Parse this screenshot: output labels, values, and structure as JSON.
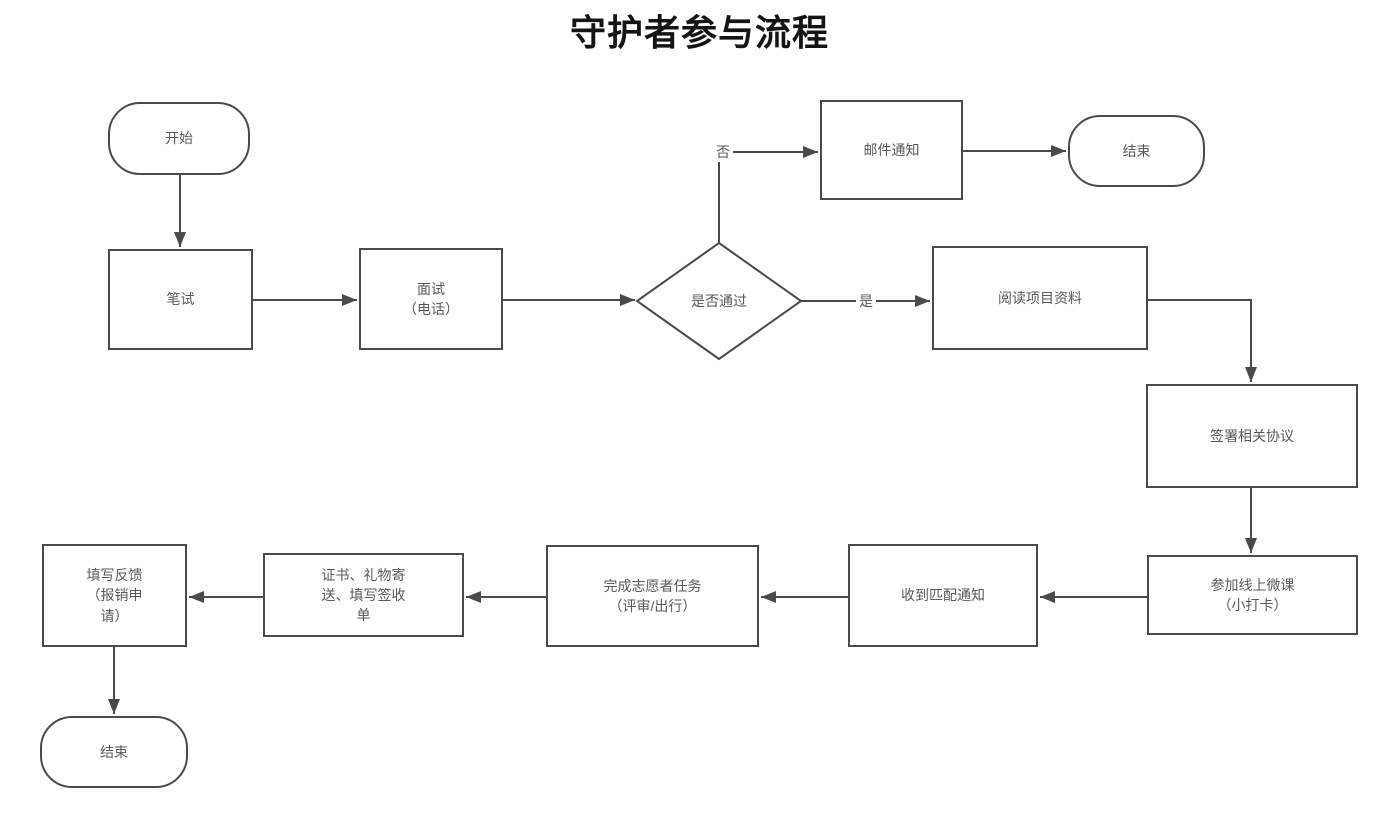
{
  "title": "守护者参与流程",
  "flowchart": {
    "nodes": {
      "start": {
        "label": "开始",
        "type": "terminal"
      },
      "written_test": {
        "label": "笔试",
        "type": "process"
      },
      "phone_interview": {
        "label": "面试\n（电话）",
        "type": "process"
      },
      "pass_decision": {
        "label": "是否通过",
        "type": "decision"
      },
      "email_notice": {
        "label": "邮件通知",
        "type": "process"
      },
      "end_top": {
        "label": "结束",
        "type": "terminal"
      },
      "read_materials": {
        "label": "阅读项目资料",
        "type": "process"
      },
      "sign_agreements": {
        "label": "签署相关协议",
        "type": "process"
      },
      "online_course": {
        "label": "参加线上微课\n（小打卡）",
        "type": "process"
      },
      "match_notice": {
        "label": "收到匹配通知",
        "type": "process"
      },
      "volunteer_tasks": {
        "label": "完成志愿者任务\n（评审/出行）",
        "type": "process"
      },
      "certificate_gift": {
        "label": "证书、礼物寄送、填写签收单",
        "type": "process"
      },
      "feedback": {
        "label": "填写反馈\n（报销申请）",
        "type": "process"
      },
      "end_bottom": {
        "label": "结束",
        "type": "terminal"
      }
    },
    "edge_labels": {
      "no": "否",
      "yes": "是"
    },
    "colors": {
      "stroke": "#4a4a4a",
      "text": "#595959",
      "background": "#ffffff"
    }
  }
}
